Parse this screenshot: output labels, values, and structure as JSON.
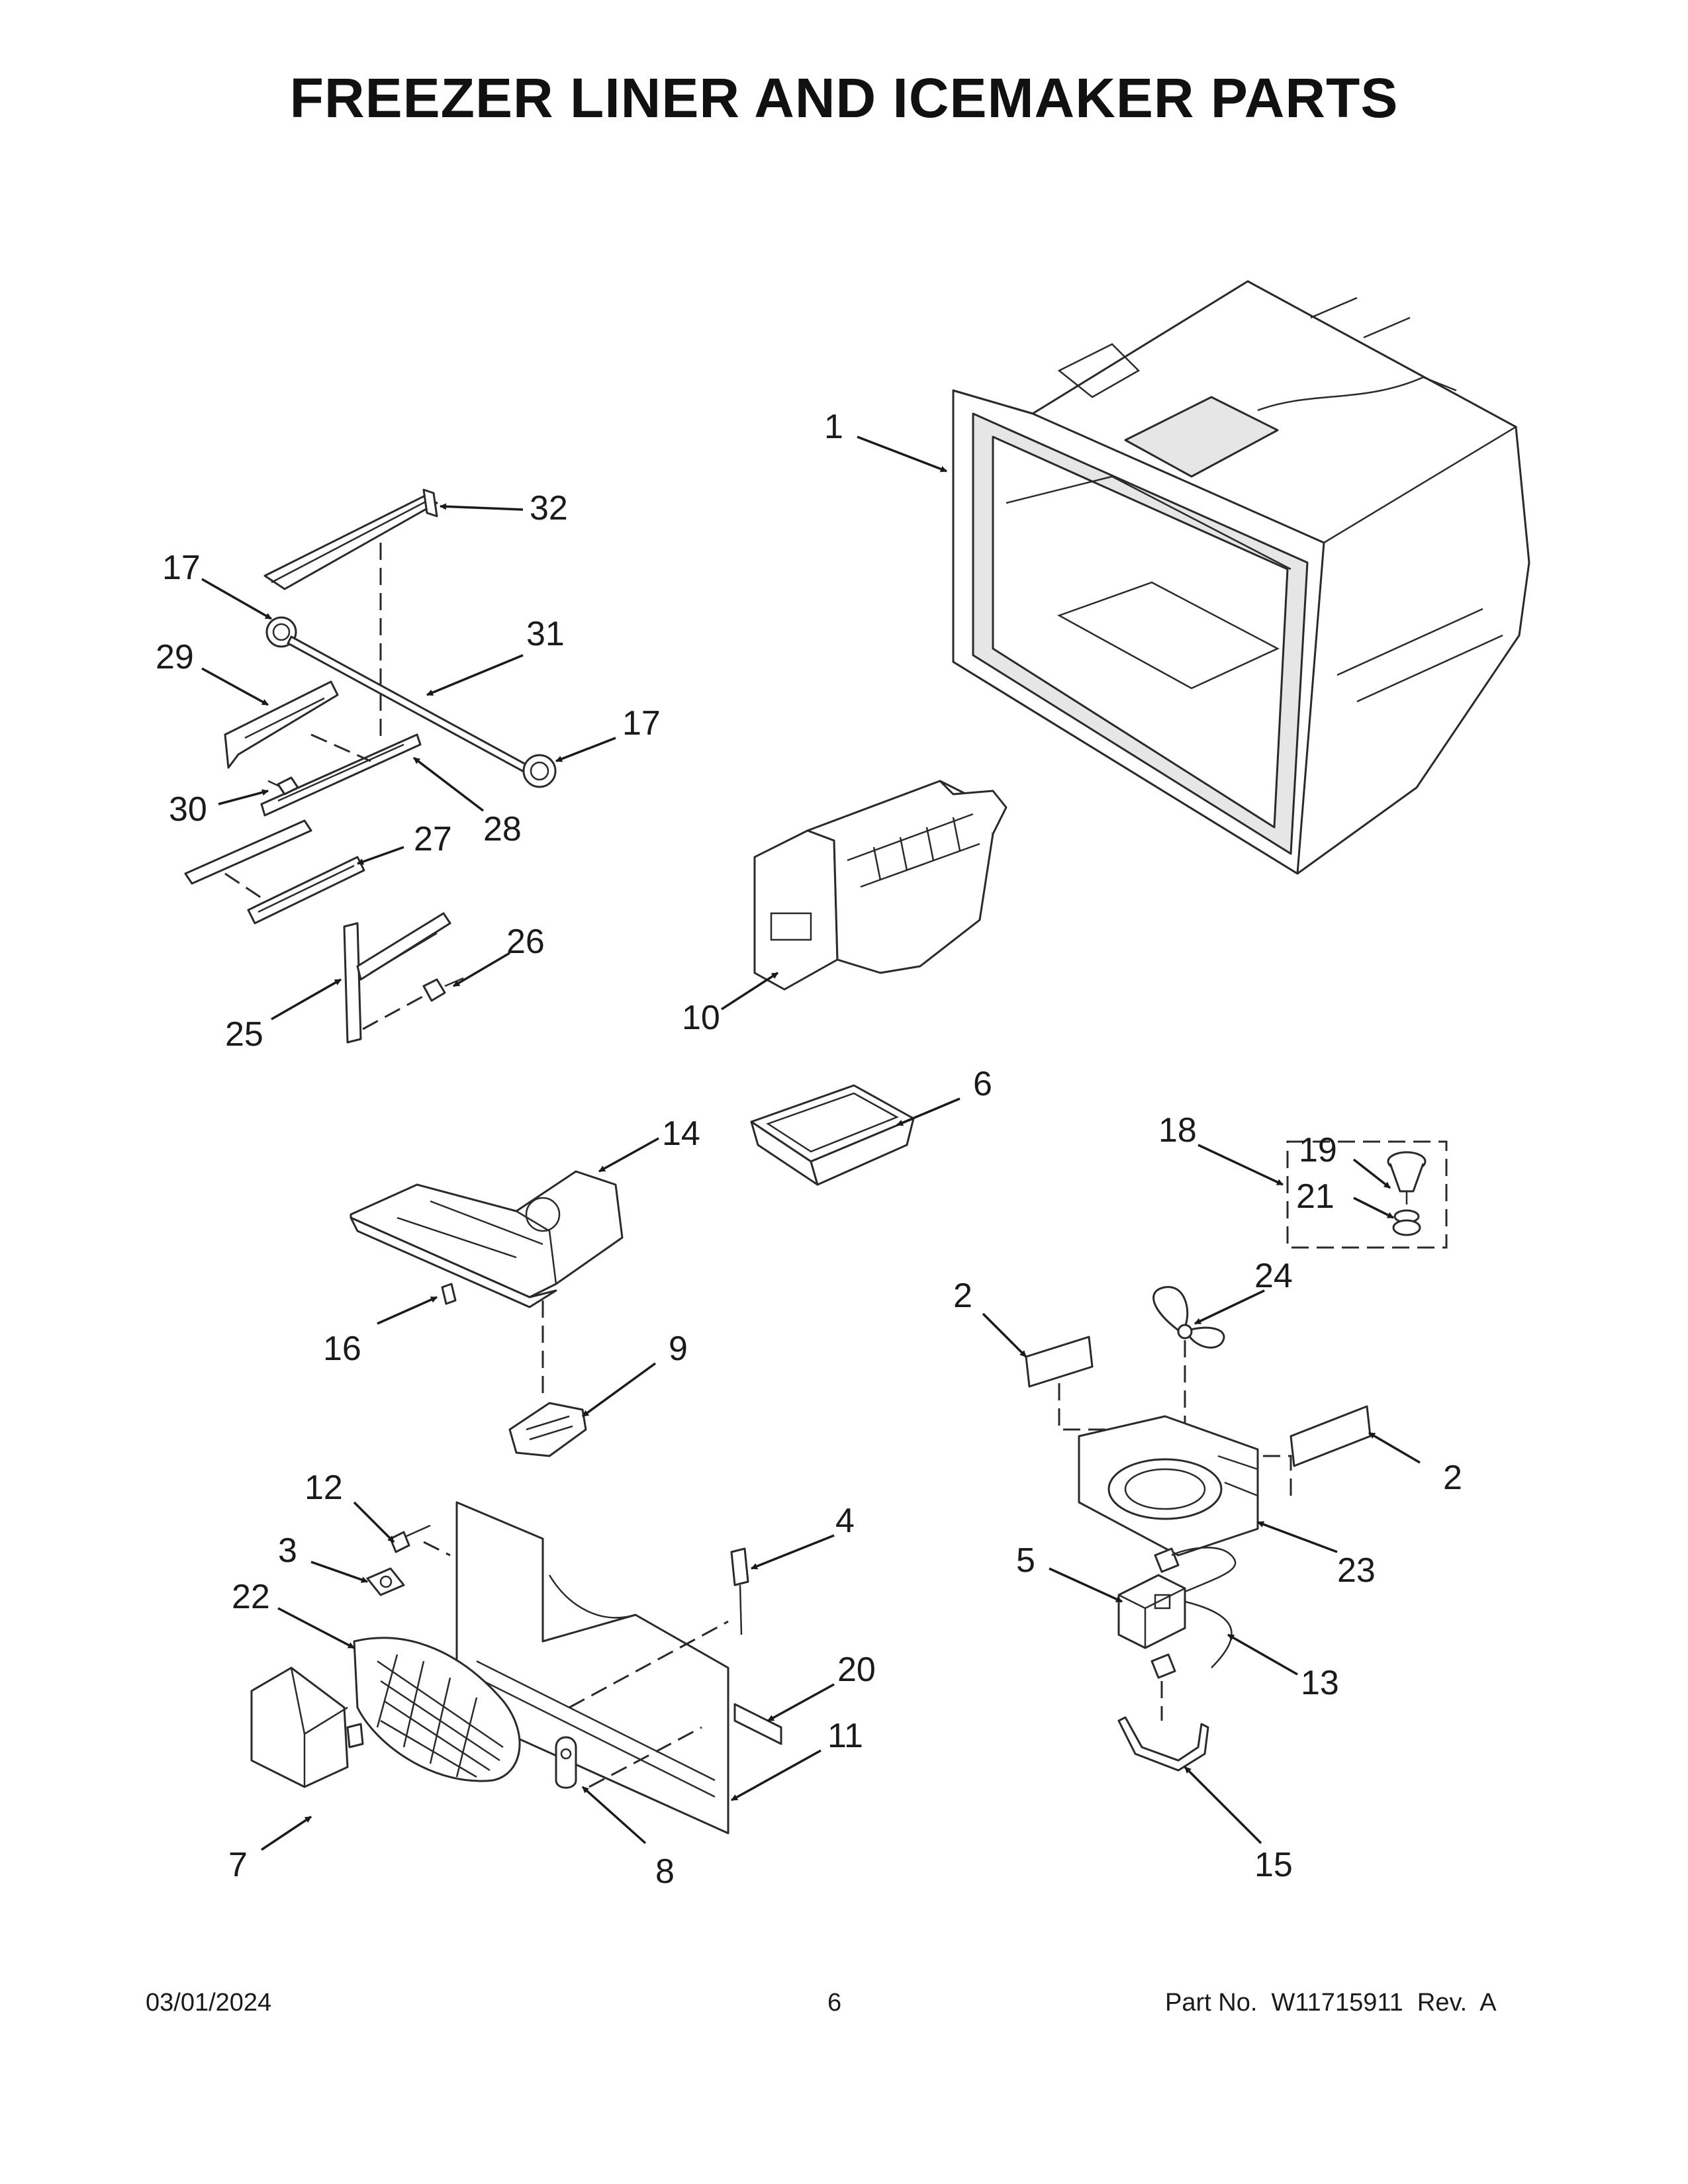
{
  "title": "FREEZER LINER AND ICEMAKER PARTS",
  "callouts": {
    "c1": "1",
    "c2a": "2",
    "c2b": "2",
    "c3": "3",
    "c4": "4",
    "c5": "5",
    "c6": "6",
    "c7": "7",
    "c8": "8",
    "c9": "9",
    "c10": "10",
    "c11": "11",
    "c12": "12",
    "c13": "13",
    "c14": "14",
    "c15": "15",
    "c16": "16",
    "c17a": "17",
    "c17b": "17",
    "c18": "18",
    "c19": "19",
    "c20": "20",
    "c21": "21",
    "c22": "22",
    "c23": "23",
    "c24": "24",
    "c25": "25",
    "c26": "26",
    "c27": "27",
    "c28": "28",
    "c29": "29",
    "c30": "30",
    "c31": "31",
    "c32": "32"
  },
  "footer": {
    "date": "03/01/2024",
    "page_number": "6",
    "part_no": "Part No.  W11715911  Rev.  A"
  }
}
